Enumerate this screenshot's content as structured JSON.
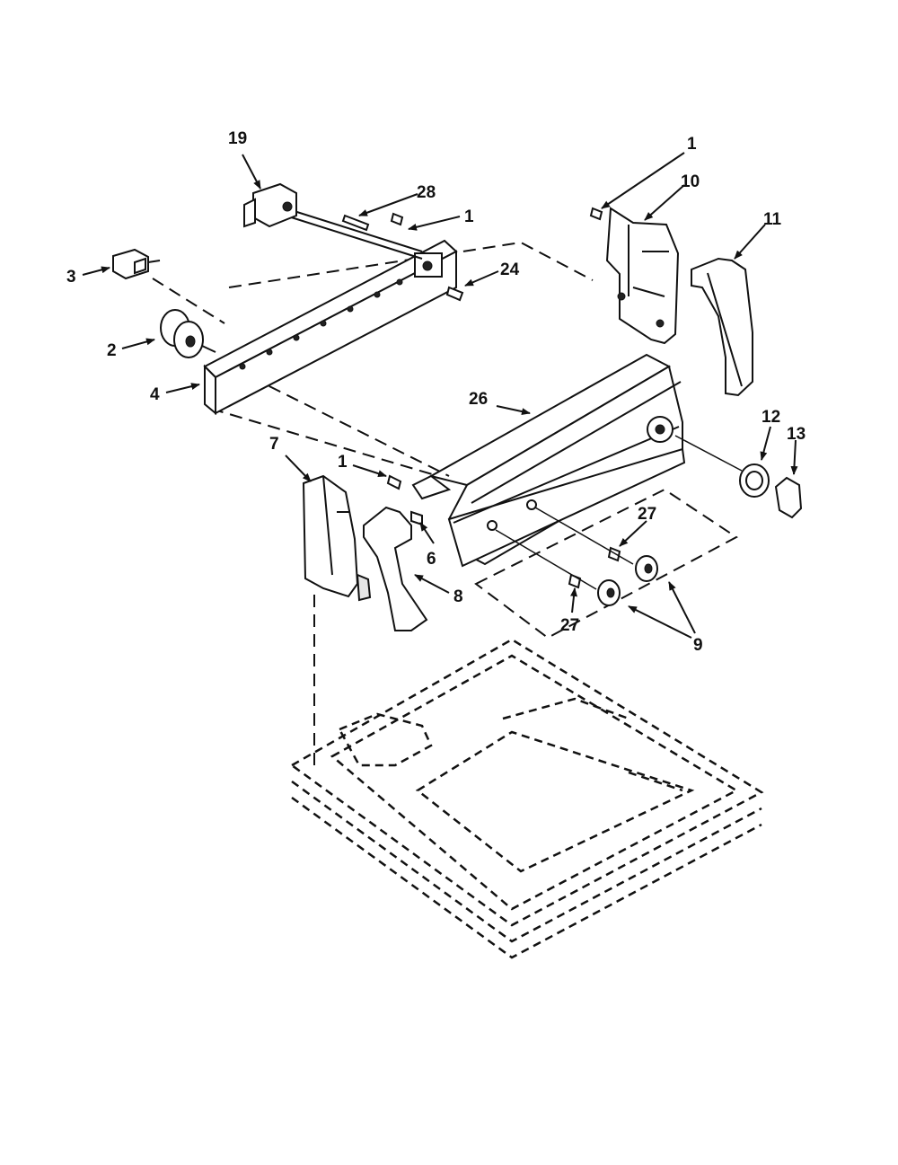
{
  "labels": {
    "p1a": "1",
    "p1b": "1",
    "p1c": "1",
    "p2": "2",
    "p3": "3",
    "p4": "4",
    "p6": "6",
    "p7": "7",
    "p8": "8",
    "p9": "9",
    "p10": "10",
    "p11": "11",
    "p12": "12",
    "p13": "13",
    "p19": "19",
    "p24": "24",
    "p26": "26",
    "p27a": "27",
    "p27b": "27",
    "p28": "28"
  }
}
